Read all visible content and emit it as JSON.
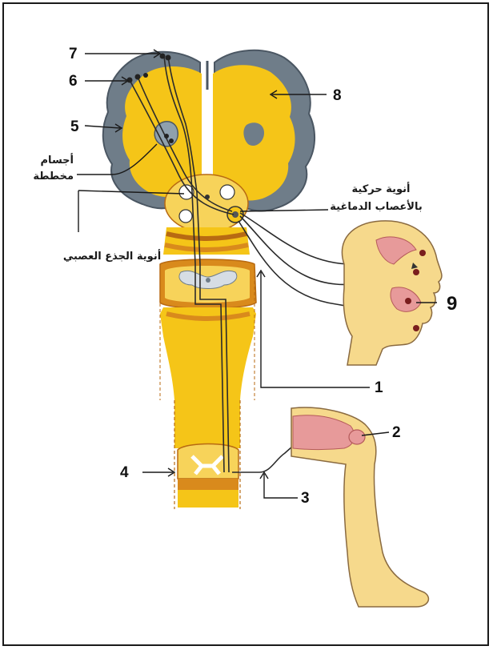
{
  "labels": {
    "n1": "1",
    "n2": "2",
    "n3": "3",
    "n4": "4",
    "n5": "5",
    "n6": "6",
    "n7": "7",
    "n8": "8",
    "n9": "9",
    "bodies_line1": "أجسام",
    "bodies_line2": "مخططة",
    "cranial_line1": "أنوية حركية",
    "cranial_line2": "بالأعصاب الدماغية",
    "brainstem": "أنوية الجذع العصبي"
  },
  "colors": {
    "tissue": "#f5c518",
    "tissue_light": "#f7d35a",
    "cortex": "#6f7d89",
    "cortex_dark": "#4b5763",
    "band": "#d98a1c",
    "band_dark": "#b86a12",
    "skin": "#f6d98c",
    "muscle": "#e79a9a",
    "nerve": "#2b2b2b"
  }
}
